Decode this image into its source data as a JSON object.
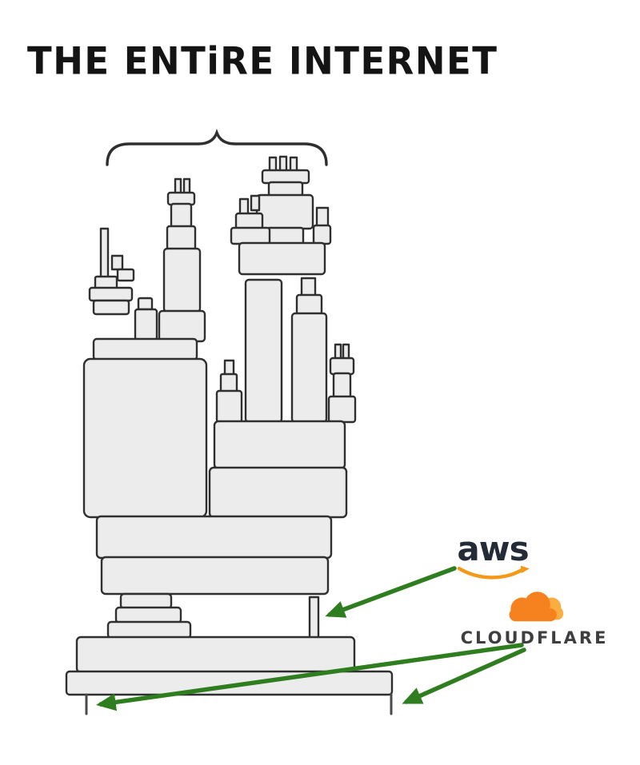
{
  "title": "THE ENTiRE INTERNET",
  "logos": {
    "aws": "aws",
    "cloudflare": "CLOUDFLARE"
  },
  "colors": {
    "ink": "#2f2f2f",
    "block_fill": "#ececec",
    "arrow_green": "#2e7d1e",
    "aws_smile_orange": "#f49819",
    "cloudflare_orange": "#f6821f",
    "cloudflare_light_orange": "#fbad41",
    "background": "#ffffff"
  }
}
